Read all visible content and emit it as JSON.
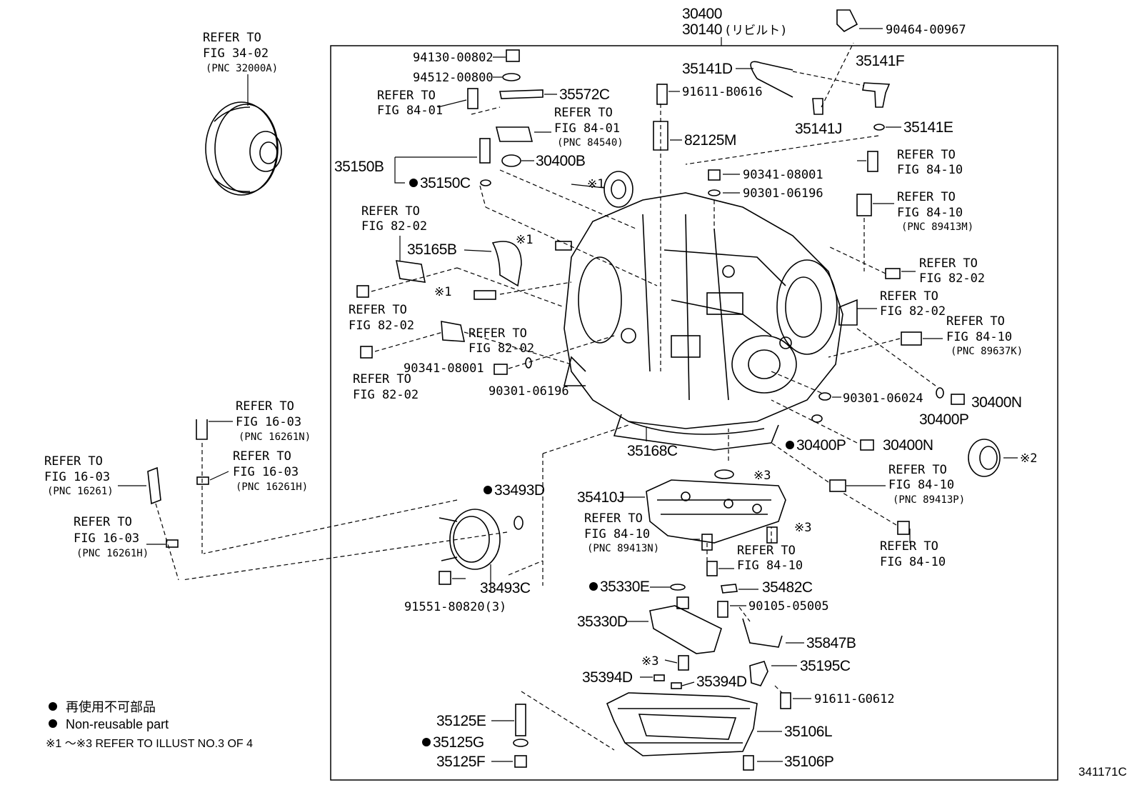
{
  "header": {
    "main_part_1": "30400",
    "main_part_2": "30140",
    "main_part_2_note": "(リビルト)"
  },
  "legend": {
    "line1": "再使用不可部品",
    "line2": "Non-reusable part",
    "line3": "※1 ～※3 REFER TO ILLUST NO.3 OF 4"
  },
  "illustration_id": "341171C",
  "labels": {
    "p30400_00967": "90464-00967",
    "p94130": "94130-00802",
    "p94512": "94512-00800",
    "p35572C": "35572C",
    "p35141D": "35141D",
    "p35141F": "35141F",
    "p91611_B0616": "91611-B0616",
    "p35141J": "35141J",
    "p35141E": "35141E",
    "p82125M": "82125M",
    "p30400B": "30400B",
    "p35150B": "35150B",
    "p35150C": "35150C",
    "p90341_top": "90341-08001",
    "p90301_top": "90301-06196",
    "p35165B": "35165B",
    "p90341_mid": "90341-08001",
    "p90301_mid": "90301-06196",
    "p90301_06024": "90301-06024",
    "p30400N_1": "30400N",
    "p30400P_1": "30400P",
    "p30400P_2": "30400P",
    "p30400N_2": "30400N",
    "p35168C": "35168C",
    "p33493D": "33493D",
    "p33493C": "33493C",
    "p91551": "91551-80820(3)",
    "p35410J": "35410J",
    "p35482C": "35482C",
    "p35330E": "35330E",
    "p90105": "90105-05005",
    "p35330D": "35330D",
    "p35847B": "35847B",
    "p35195C": "35195C",
    "p35394D_1": "35394D",
    "p35394D_2": "35394D",
    "p91611_G0612": "91611-G0612",
    "p35125E": "35125E",
    "p35125G": "35125G",
    "p35125F": "35125F",
    "p35106L": "35106L",
    "p35106P": "35106P"
  },
  "refs": {
    "r_tc": {
      "a": "REFER TO",
      "b": "FIG 34-02",
      "c": "(PNC 32000A)"
    },
    "r_8401a": {
      "a": "REFER TO",
      "b": "FIG 84-01"
    },
    "r_8401b": {
      "a": "REFER TO",
      "b": "FIG 84-01",
      "c": "(PNC 84540)"
    },
    "r_8410a": {
      "a": "REFER TO",
      "b": "FIG 84-10"
    },
    "r_8410b": {
      "a": "REFER TO",
      "b": "FIG 84-10",
      "c": "(PNC 89413M)"
    },
    "r_8202a": {
      "a": "REFER TO",
      "b": "FIG 82-02"
    },
    "r_8202b": {
      "a": "REFER TO",
      "b": "FIG 82-02"
    },
    "r_8202c": {
      "a": "REFER TO",
      "b": "FIG 82-02"
    },
    "r_8202d": {
      "a": "REFER TO",
      "b": "FIG 82-02"
    },
    "r_8202e": {
      "a": "REFER TO",
      "b": "FIG 82-02"
    },
    "r_8202f": {
      "a": "REFER TO",
      "b": "FIG 82-02"
    },
    "r_8410c": {
      "a": "REFER TO",
      "b": "FIG 84-10",
      "c": "(PNC 89637K)"
    },
    "r_1603a": {
      "a": "REFER TO",
      "b": "FIG 16-03",
      "c": "(PNC 16261N)"
    },
    "r_1603b": {
      "a": "REFER TO",
      "b": "FIG 16-03",
      "c": "(PNC 16261H)"
    },
    "r_1603c": {
      "a": "REFER TO",
      "b": "FIG 16-03",
      "c": "(PNC 16261)"
    },
    "r_1603d": {
      "a": "REFER TO",
      "b": "FIG 16-03",
      "c": "(PNC 16261H)"
    },
    "r_8410d": {
      "a": "REFER TO",
      "b": "FIG 84-10",
      "c": "(PNC 89413P)"
    },
    "r_8410e": {
      "a": "REFER TO",
      "b": "FIG 84-10",
      "c": "(PNC 89413N)"
    },
    "r_8410f": {
      "a": "REFER TO",
      "b": "FIG 84-10"
    },
    "r_8410g": {
      "a": "REFER TO",
      "b": "FIG 84-10"
    }
  },
  "marks": {
    "m1a": "※1",
    "m1b": "※1",
    "m1c": "※1",
    "m2": "※2",
    "m3a": "※3",
    "m3b": "※3",
    "m3c": "※3"
  }
}
